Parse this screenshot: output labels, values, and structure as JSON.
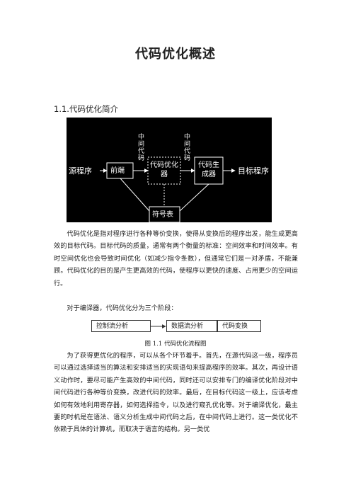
{
  "doc": {
    "title": "代码优化概述",
    "section_heading": "1.1.代码优化简介",
    "diagram": {
      "source": "源程序",
      "frontend": "前端",
      "optimizer": "代码优化器",
      "generator": "代码生成器",
      "target": "目标程序",
      "symtab": "符号表",
      "intermediate_1": "中间代码",
      "intermediate_2": "中间代码"
    },
    "para1": "代码优化是指对程序进行各种等价变换，使得从变换后的程序出发，能生成更高效的目标代码。目标代码的质量，通常有两个衡量的标准：空间效率和时间效率。有时空间优化也会导致时间优化（如减少指令条数），但通常它们是一对矛盾，不能兼顾。代码优化的目的是产生更高效的代码，使程序以更快的速度、占用更少的空间运行。",
    "para2": "对于编译器，代码优化分为三个阶段：",
    "flow": [
      "控制流分析",
      "数据流分析",
      "代码变换"
    ],
    "figure_caption": "图 1.1  代码优化流程图",
    "para3": "为了获得更优化的程序，可以从各个环节着手。首先，在源代码这一级，程序员可以通过选择适当的算法和安排适当的实现语句来提高程序的效率。其次，再设计语义动作时，要尽可能产生高效的中间代码，同时还可以安排专门的编译优化阶段对中间代码进行各种等价变换，改进代码的效率。最后，在目标代码这一级上，应该考虑如何有效地利用寄存器，如何选择指令，以及进行窥孔优化等。对于编译优化，最主要的时机是在语法、语义分析生成中间代码之后，在中间代码上进行。这一类优化不依赖于具体的计算机，而取决于语言的结构。另一类优"
  }
}
